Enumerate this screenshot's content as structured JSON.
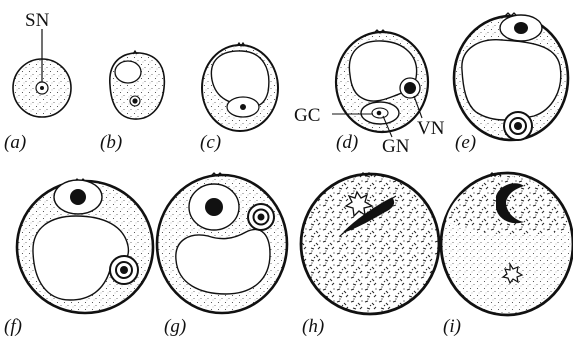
{
  "figure": {
    "panels": [
      {
        "id": "a",
        "label": "(a)"
      },
      {
        "id": "b",
        "label": "(b)"
      },
      {
        "id": "c",
        "label": "(c)"
      },
      {
        "id": "d",
        "label": "(d)"
      },
      {
        "id": "e",
        "label": "(e)"
      },
      {
        "id": "f",
        "label": "(f)"
      },
      {
        "id": "g",
        "label": "(g)"
      },
      {
        "id": "h",
        "label": "(h)"
      },
      {
        "id": "i",
        "label": "(i)"
      }
    ],
    "annotations": {
      "sn": "SN",
      "gc": "GC",
      "gn": "GN",
      "vn": "VN"
    }
  }
}
